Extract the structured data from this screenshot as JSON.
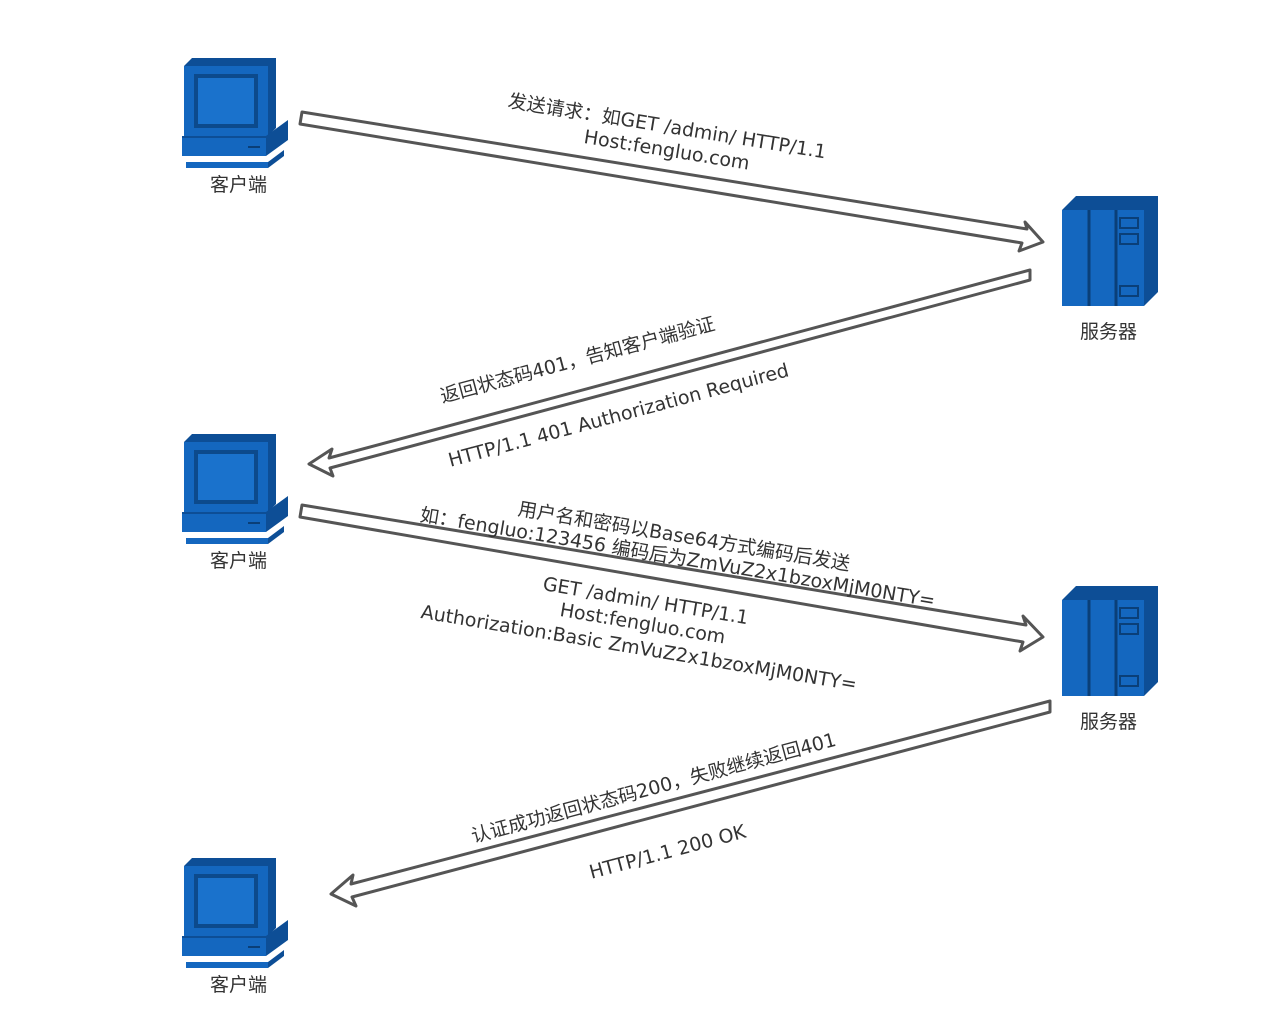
{
  "labels": {
    "client": "客户端",
    "server": "服务器"
  },
  "colors": {
    "icon_fill": "#1467bf",
    "icon_dark": "#0d4e96",
    "arrow_stroke": "#555555",
    "text": "#333333"
  },
  "messages": {
    "m1": {
      "line1": "发送请求：如GET /admin/ HTTP/1.1",
      "line2": "Host:fengluo.com"
    },
    "m2": {
      "line1": "返回状态码401，告知客户端验证",
      "line2": "HTTP/1.1 401 Authorization Required"
    },
    "m3": {
      "line1": "用户名和密码以Base64方式编码后发送",
      "line2": "如：fengluo:123456  编码后为ZmVuZ2x1bzoxMjM0NTY=",
      "line3": "GET /admin/ HTTP/1.1",
      "line4": "Host:fengluo.com",
      "line5": "Authorization:Basic ZmVuZ2x1bzoxMjM0NTY="
    },
    "m4": {
      "line1": "认证成功返回状态码200，失败继续返回401",
      "line2": "HTTP/1.1 200 OK"
    }
  }
}
